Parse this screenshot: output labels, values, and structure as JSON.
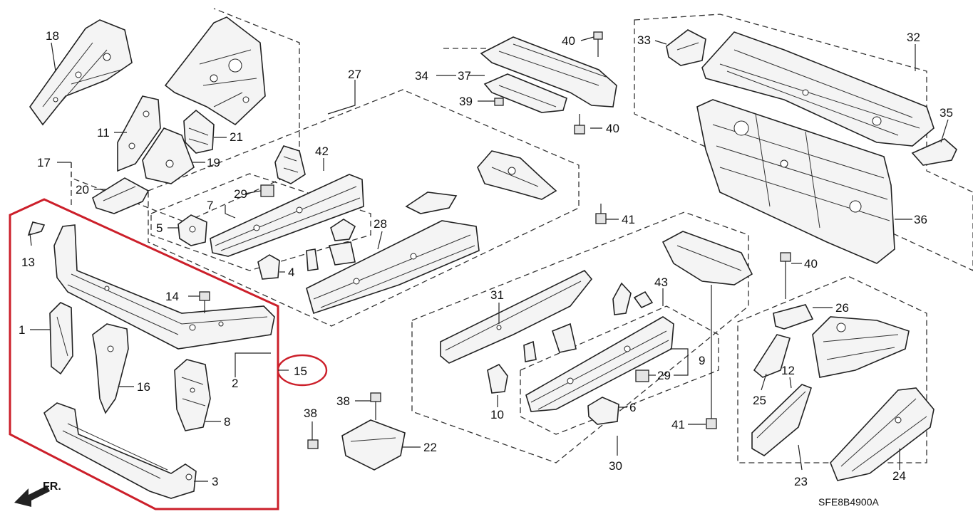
{
  "labels": {
    "p1": "1",
    "p2": "2",
    "p3": "3",
    "p4": "4",
    "p5": "5",
    "p6": "6",
    "p7": "7",
    "p8": "8",
    "p9": "9",
    "p10": "10",
    "p11": "11",
    "p12": "12",
    "p13": "13",
    "p14": "14",
    "p15": "15",
    "p16": "16",
    "p17": "17",
    "p18": "18",
    "p19": "19",
    "p20": "20",
    "p21": "21",
    "p22": "22",
    "p23": "23",
    "p24": "24",
    "p25": "25",
    "p26": "26",
    "p27": "27",
    "p28": "28",
    "p29a": "29",
    "p29b": "29",
    "p30": "30",
    "p31": "31",
    "p32": "32",
    "p33": "33",
    "p34": "34",
    "p35": "35",
    "p36": "36",
    "p37": "37",
    "p38a": "38",
    "p38b": "38",
    "p39": "39",
    "p40a": "40",
    "p40b": "40",
    "p40c": "40",
    "p41a": "41",
    "p41b": "41",
    "p42": "42",
    "p43": "43"
  },
  "front_marker": "FR.",
  "diagram_code": "SFE8B4900A",
  "colors": {
    "highlight": "#cc1f2a",
    "ink": "#222222"
  }
}
